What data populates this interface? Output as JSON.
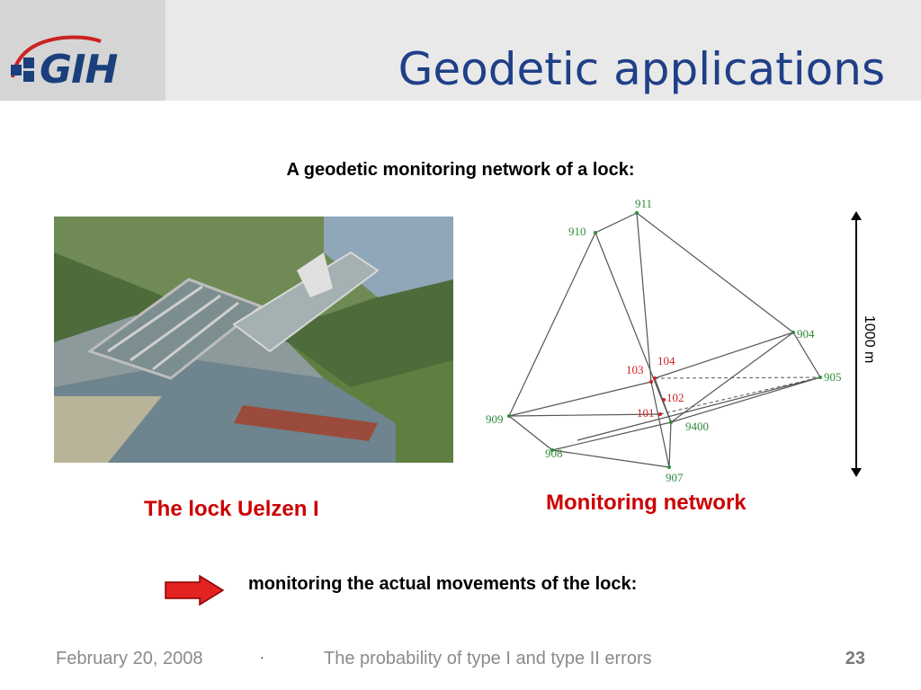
{
  "header": {
    "logo_text": "GIH",
    "title": "Geodetic applications"
  },
  "main": {
    "subtitle": "A geodetic monitoring network of a lock:",
    "photo_caption": "The lock Uelzen I",
    "network_caption": "Monitoring network",
    "arrow_text": "monitoring the actual movements of the lock:"
  },
  "network": {
    "scale_label": "1000 m",
    "point_labels": {
      "p911": "911",
      "p910": "910",
      "p904": "904",
      "p905": "905",
      "p909": "909",
      "p908": "908",
      "p907": "907",
      "p9400": "9400",
      "p101": "101",
      "p102": "102",
      "p103": "103",
      "p104": "104"
    },
    "colors": {
      "outer": "#2e8b3a",
      "inner": "#cc2222",
      "lines": "#555555"
    }
  },
  "footer": {
    "date": "February 20, 2008",
    "dot": "·",
    "topic": "The probability of type I and type II errors",
    "page": "23"
  }
}
